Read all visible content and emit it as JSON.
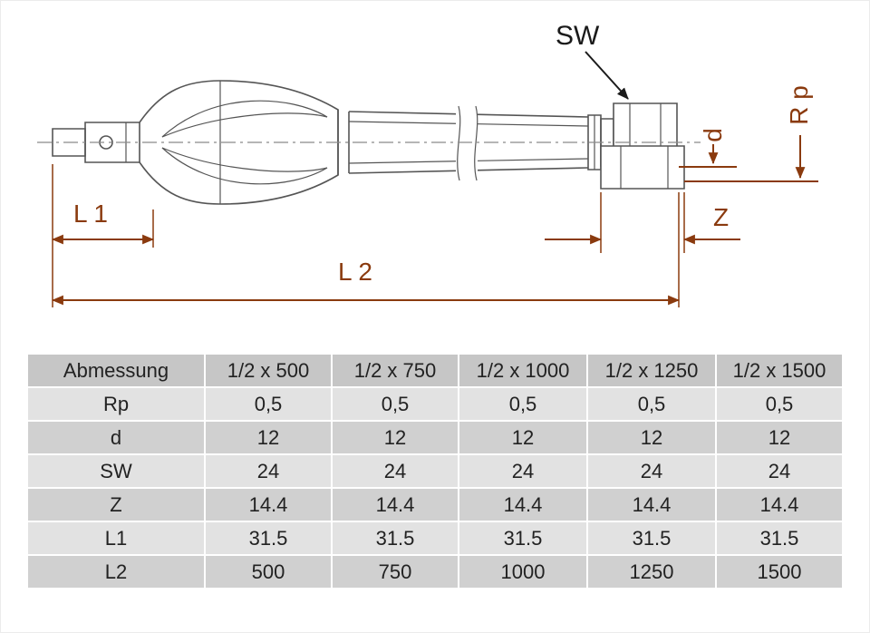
{
  "diagram": {
    "labels": {
      "sw": "SW",
      "d": "d",
      "rp": "R p",
      "z": "Z",
      "l1": "L 1",
      "l2": "L 2"
    },
    "colors": {
      "dimension": "#8a3a0e",
      "outline": "#555555",
      "centerline": "#8a8a8a",
      "leader": "#1a1a1a"
    }
  },
  "table": {
    "header": [
      "Abmessung",
      "1/2 x 500",
      "1/2 x 750",
      "1/2 x 1000",
      "1/2 x 1250",
      "1/2 x 1500"
    ],
    "rows": [
      {
        "label": "Rp",
        "values": [
          "0,5",
          "0,5",
          "0,5",
          "0,5",
          "0,5"
        ]
      },
      {
        "label": "d",
        "values": [
          "12",
          "12",
          "12",
          "12",
          "12"
        ]
      },
      {
        "label": "SW",
        "values": [
          "24",
          "24",
          "24",
          "24",
          "24"
        ]
      },
      {
        "label": "Z",
        "values": [
          "14.4",
          "14.4",
          "14.4",
          "14.4",
          "14.4"
        ]
      },
      {
        "label": "L1",
        "values": [
          "31.5",
          "31.5",
          "31.5",
          "31.5",
          "31.5"
        ]
      },
      {
        "label": "L2",
        "values": [
          "500",
          "750",
          "1000",
          "1250",
          "1500"
        ]
      }
    ]
  }
}
